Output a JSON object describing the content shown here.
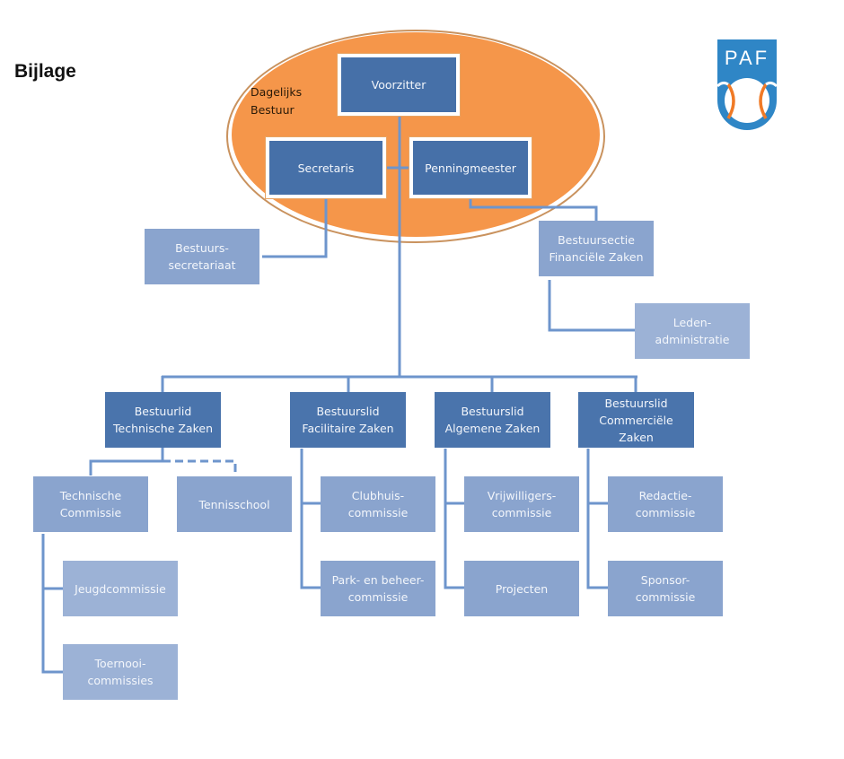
{
  "page": {
    "title": "Bijlage"
  },
  "logo": {
    "text": "PAF",
    "icon": "paf-tennis-ball-logo",
    "colors": {
      "blue": "#2f86c6",
      "orange": "#f07a26"
    }
  },
  "daily_board": {
    "label": "Dagelijks\nBestuur",
    "fill": "#f5964a"
  },
  "colors": {
    "line": "#6e95cc",
    "dark_box": "#4a74ac",
    "medium_box": "#8aa4ce",
    "light_box": "#9cb2d6"
  },
  "nodes": {
    "voorzitter": "Voorzitter",
    "secretaris": "Secretaris",
    "penningmeester": "Penningmeester",
    "bestuurssecretariaat": "Bestuurs-\nsecretariaat",
    "bestuursectie_financiele_zaken": "Bestuursectie\nFinanciële Zaken",
    "ledenadministratie": "Leden-\nadministratie",
    "bestuurlid_technische_zaken": "Bestuurlid\nTechnische Zaken",
    "bestuurslid_facilitaire_zaken": "Bestuurslid\nFacilitaire Zaken",
    "bestuurslid_algemene_zaken": "Bestuurslid\nAlgemene Zaken",
    "bestuurslid_commerciele_zaken": "Bestuurslid\nCommerciële\nZaken",
    "technische_commissie": "Technische\nCommissie",
    "tennisschool": "Tennisschool",
    "jeugdcommissie": "Jeugdcommissie",
    "toernooicommissies": "Toernooi-\ncommissies",
    "clubhuiscommissie": "Clubhuis-\ncommissie",
    "park_en_beheercommissie": "Park- en beheer-\ncommissie",
    "vrijwilligerscommissie": "Vrijwilligers-\ncommissie",
    "projecten": "Projecten",
    "redactiecommissie": "Redactie-\ncommissie",
    "sponsorcommissie": "Sponsor-\ncommissie"
  },
  "relations": [
    {
      "from": "Voorzitter",
      "to": "Secretaris",
      "style": "solid"
    },
    {
      "from": "Voorzitter",
      "to": "Penningmeester",
      "style": "solid"
    },
    {
      "from": "Secretaris",
      "to": "Bestuurs-secretariaat",
      "style": "solid"
    },
    {
      "from": "Penningmeester",
      "to": "Bestuursectie Financiële Zaken",
      "style": "solid"
    },
    {
      "from": "Bestuursectie Financiële Zaken",
      "to": "Ledenadministratie",
      "style": "solid"
    },
    {
      "from": "Voorzitter",
      "to": "Bestuurlid Technische Zaken",
      "style": "solid"
    },
    {
      "from": "Voorzitter",
      "to": "Bestuurslid Facilitaire Zaken",
      "style": "solid"
    },
    {
      "from": "Voorzitter",
      "to": "Bestuurslid Algemene Zaken",
      "style": "solid"
    },
    {
      "from": "Voorzitter",
      "to": "Bestuurslid Commerciële Zaken",
      "style": "solid"
    },
    {
      "from": "Bestuurlid Technische Zaken",
      "to": "Technische Commissie",
      "style": "solid"
    },
    {
      "from": "Bestuurlid Technische Zaken",
      "to": "Tennisschool",
      "style": "dashed"
    },
    {
      "from": "Technische Commissie",
      "to": "Jeugdcommissie",
      "style": "solid"
    },
    {
      "from": "Technische Commissie",
      "to": "Toernooicommissies",
      "style": "solid"
    },
    {
      "from": "Bestuurslid Facilitaire Zaken",
      "to": "Clubhuiscommissie",
      "style": "solid"
    },
    {
      "from": "Bestuurslid Facilitaire Zaken",
      "to": "Park- en beheercommissie",
      "style": "solid"
    },
    {
      "from": "Bestuurslid Algemene Zaken",
      "to": "Vrijwilligerscommissie",
      "style": "solid"
    },
    {
      "from": "Bestuurslid Algemene Zaken",
      "to": "Projecten",
      "style": "solid"
    },
    {
      "from": "Bestuurslid Commerciële Zaken",
      "to": "Redactiecommissie",
      "style": "solid"
    },
    {
      "from": "Bestuurslid Commerciële Zaken",
      "to": "Sponsorcommissie",
      "style": "solid"
    }
  ]
}
